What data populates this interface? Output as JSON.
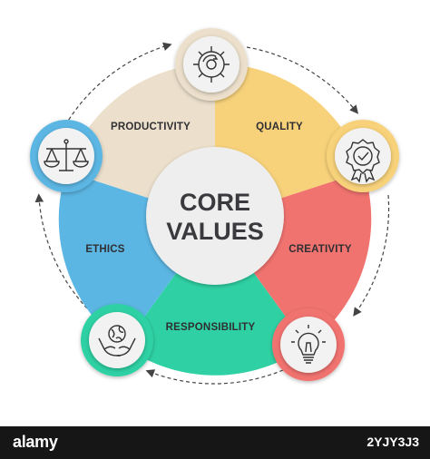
{
  "diagram": {
    "center": {
      "line1": "CORE",
      "line2": "VALUES"
    },
    "segments": [
      {
        "label": "PRODUCTIVITY",
        "color": "#ece0cc",
        "badge_color": "#ece0cc",
        "icon": "gear-icon"
      },
      {
        "label": "QUALITY",
        "color": "#f8d27a",
        "badge_color": "#f8d27a",
        "icon": "quality-badge-icon"
      },
      {
        "label": "CREATIVITY",
        "color": "#f1736f",
        "badge_color": "#f1736f",
        "icon": "lightbulb-icon"
      },
      {
        "label": "RESPONSIBILITY",
        "color": "#2fd1a4",
        "badge_color": "#2fd1a4",
        "icon": "hands-globe-icon"
      },
      {
        "label": "ETHICS",
        "color": "#5cb6e3",
        "badge_color": "#5cb6e3",
        "icon": "scales-icon"
      }
    ],
    "center_color": "#eeeeee",
    "badge_inner_color": "#f2f2f2",
    "arrow_color": "#444444"
  },
  "footer": {
    "logo": "alamy",
    "image_id": "2YJY3J3"
  }
}
